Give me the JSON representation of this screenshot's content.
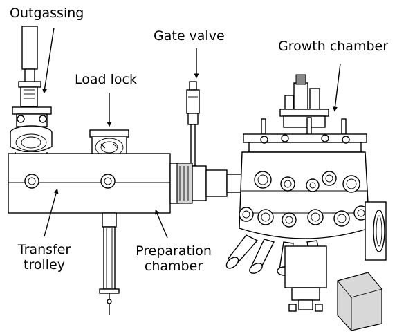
{
  "labels": {
    "outgassing": "Outgassing",
    "gate_valve": "Gate valve",
    "growth_chamber": "Growth chamber",
    "load_lock": "Load lock",
    "transfer_line1": "Transfer",
    "transfer_line2": "trolley",
    "preparation_line1": "Preparation",
    "preparation_line2": "chamber"
  }
}
